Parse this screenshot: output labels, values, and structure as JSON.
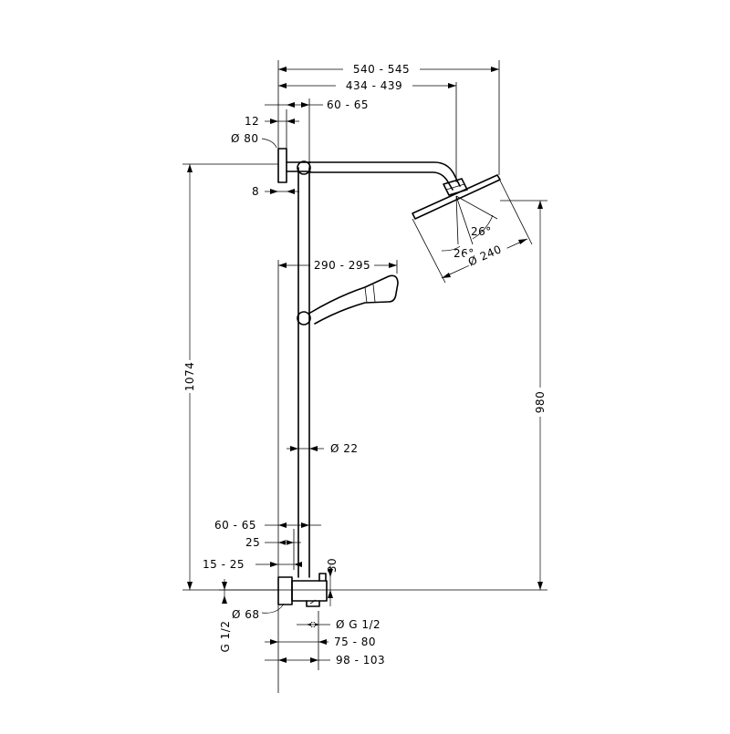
{
  "dimensions": {
    "overall_width": "540 - 545",
    "arm_reach": "434 - 439",
    "arm_offset": "60 - 65",
    "wall_plate_gap": "12",
    "wall_plate_dia": "Ø 80",
    "wall_plate_depth": "8",
    "total_height": "1074",
    "head_height": "980",
    "tilt_angle_left": "26°",
    "tilt_angle_right": "26°",
    "head_diameter": "Ø 240",
    "hand_shower_reach": "290 - 295",
    "rail_diameter": "Ø 22",
    "mixer_offset": "60 - 65",
    "mixer_gap": "25",
    "inlet_range": "15 - 25",
    "inlet_height": "30",
    "inlet_thread_left": "G 1/2",
    "rosette_dia": "Ø 68",
    "outlet_thread": "Ø G 1/2",
    "mixer_depth": "75 - 80",
    "mixer_total": "98 - 103"
  }
}
